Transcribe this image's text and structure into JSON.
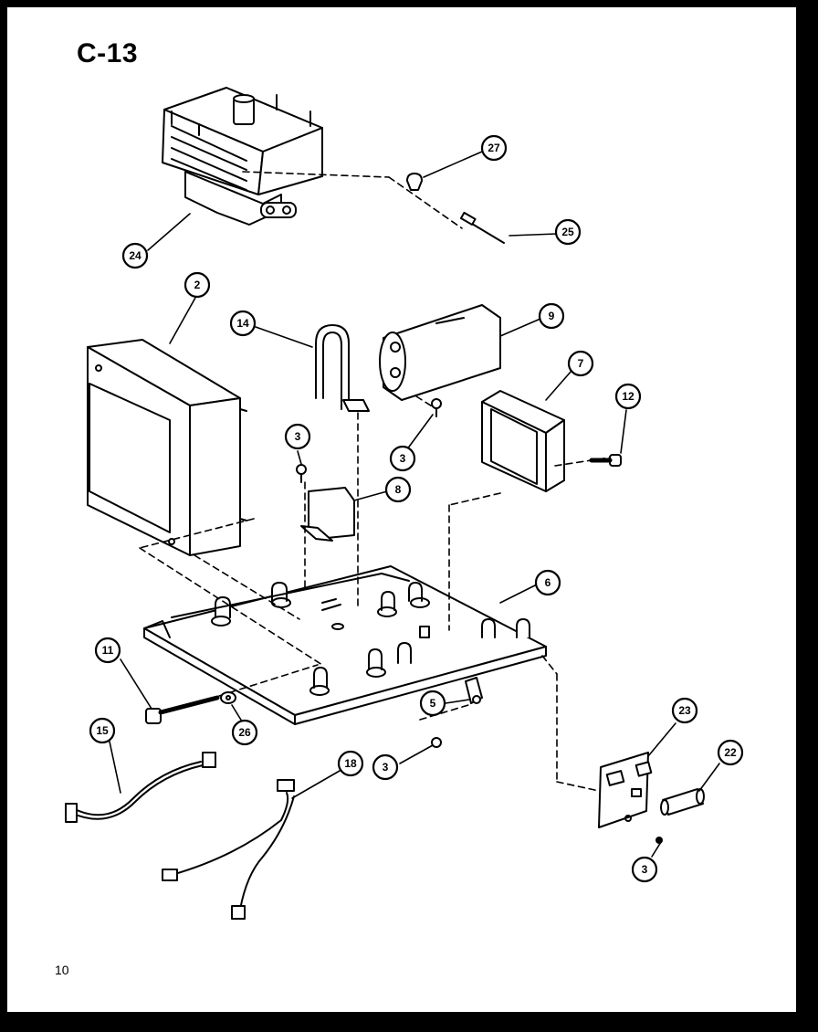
{
  "title": "C-13",
  "page_number": "10",
  "callouts": [
    "27",
    "25",
    "24",
    "2",
    "14",
    "9",
    "7",
    "12",
    "3",
    "3",
    "8",
    "6",
    "11",
    "26",
    "5",
    "15",
    "3",
    "18",
    "23",
    "22",
    "3"
  ]
}
